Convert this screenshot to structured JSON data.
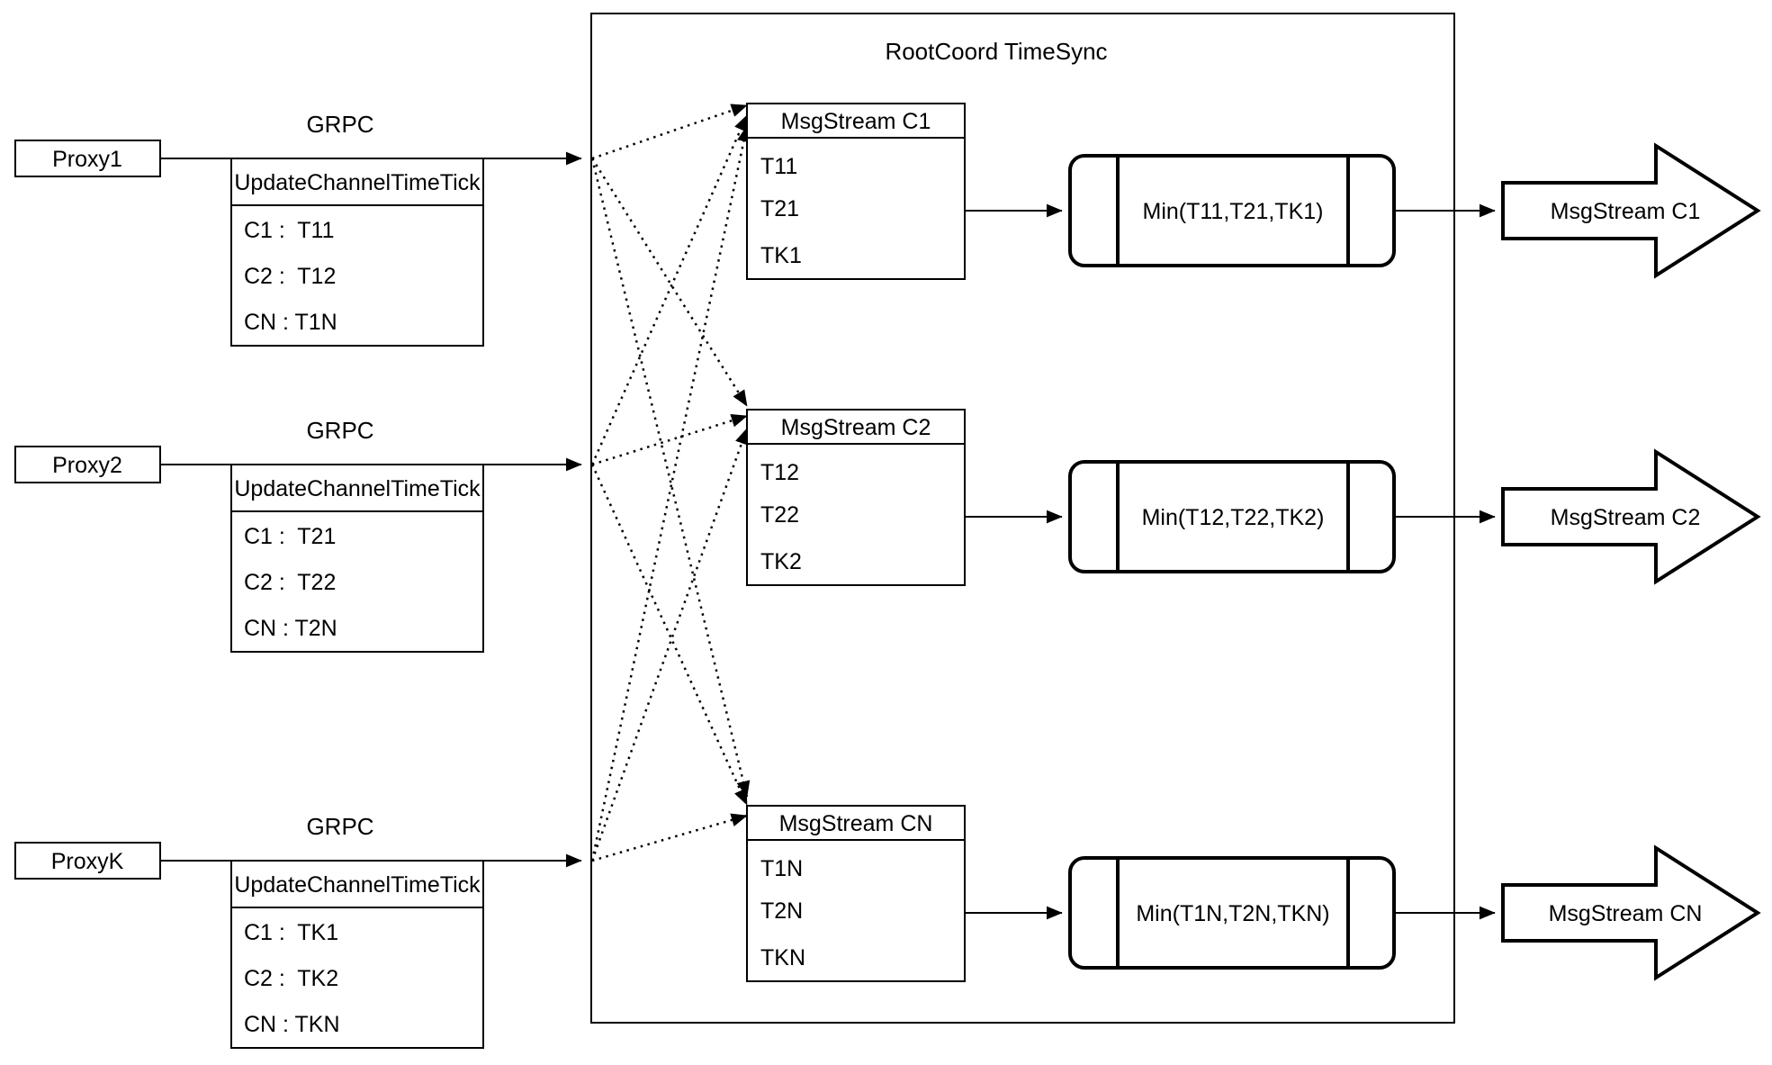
{
  "diagram": {
    "title": "RootCoord TimeSync",
    "proxies": [
      {
        "name": "Proxy1",
        "protocol": "GRPC",
        "message": "UpdateChannelTimeTick",
        "ticks": [
          "C1 :  T11",
          "C2 :  T12",
          "CN : T1N"
        ]
      },
      {
        "name": "Proxy2",
        "protocol": "GRPC",
        "message": "UpdateChannelTimeTick",
        "ticks": [
          "C1 :  T21",
          "C2 :  T22",
          "CN : T2N"
        ]
      },
      {
        "name": "ProxyK",
        "protocol": "GRPC",
        "message": "UpdateChannelTimeTick",
        "ticks": [
          "C1 :  TK1",
          "C2 :  TK2",
          "CN : TKN"
        ]
      }
    ],
    "streams": [
      {
        "title": "MsgStream C1",
        "ticks": [
          "T11",
          "T21",
          "TK1"
        ],
        "min_label": "Min(T11,T21,TK1)",
        "output_label": "MsgStream C1"
      },
      {
        "title": "MsgStream C2",
        "ticks": [
          "T12",
          "T22",
          "TK2"
        ],
        "min_label": "Min(T12,T22,TK2)",
        "output_label": "MsgStream C2"
      },
      {
        "title": "MsgStream CN",
        "ticks": [
          "T1N",
          "T2N",
          "TKN"
        ],
        "min_label": "Min(T1N,T2N,TKN)",
        "output_label": "MsgStream CN"
      }
    ],
    "colors": {
      "stroke": "#000000",
      "background": "#ffffff"
    }
  }
}
